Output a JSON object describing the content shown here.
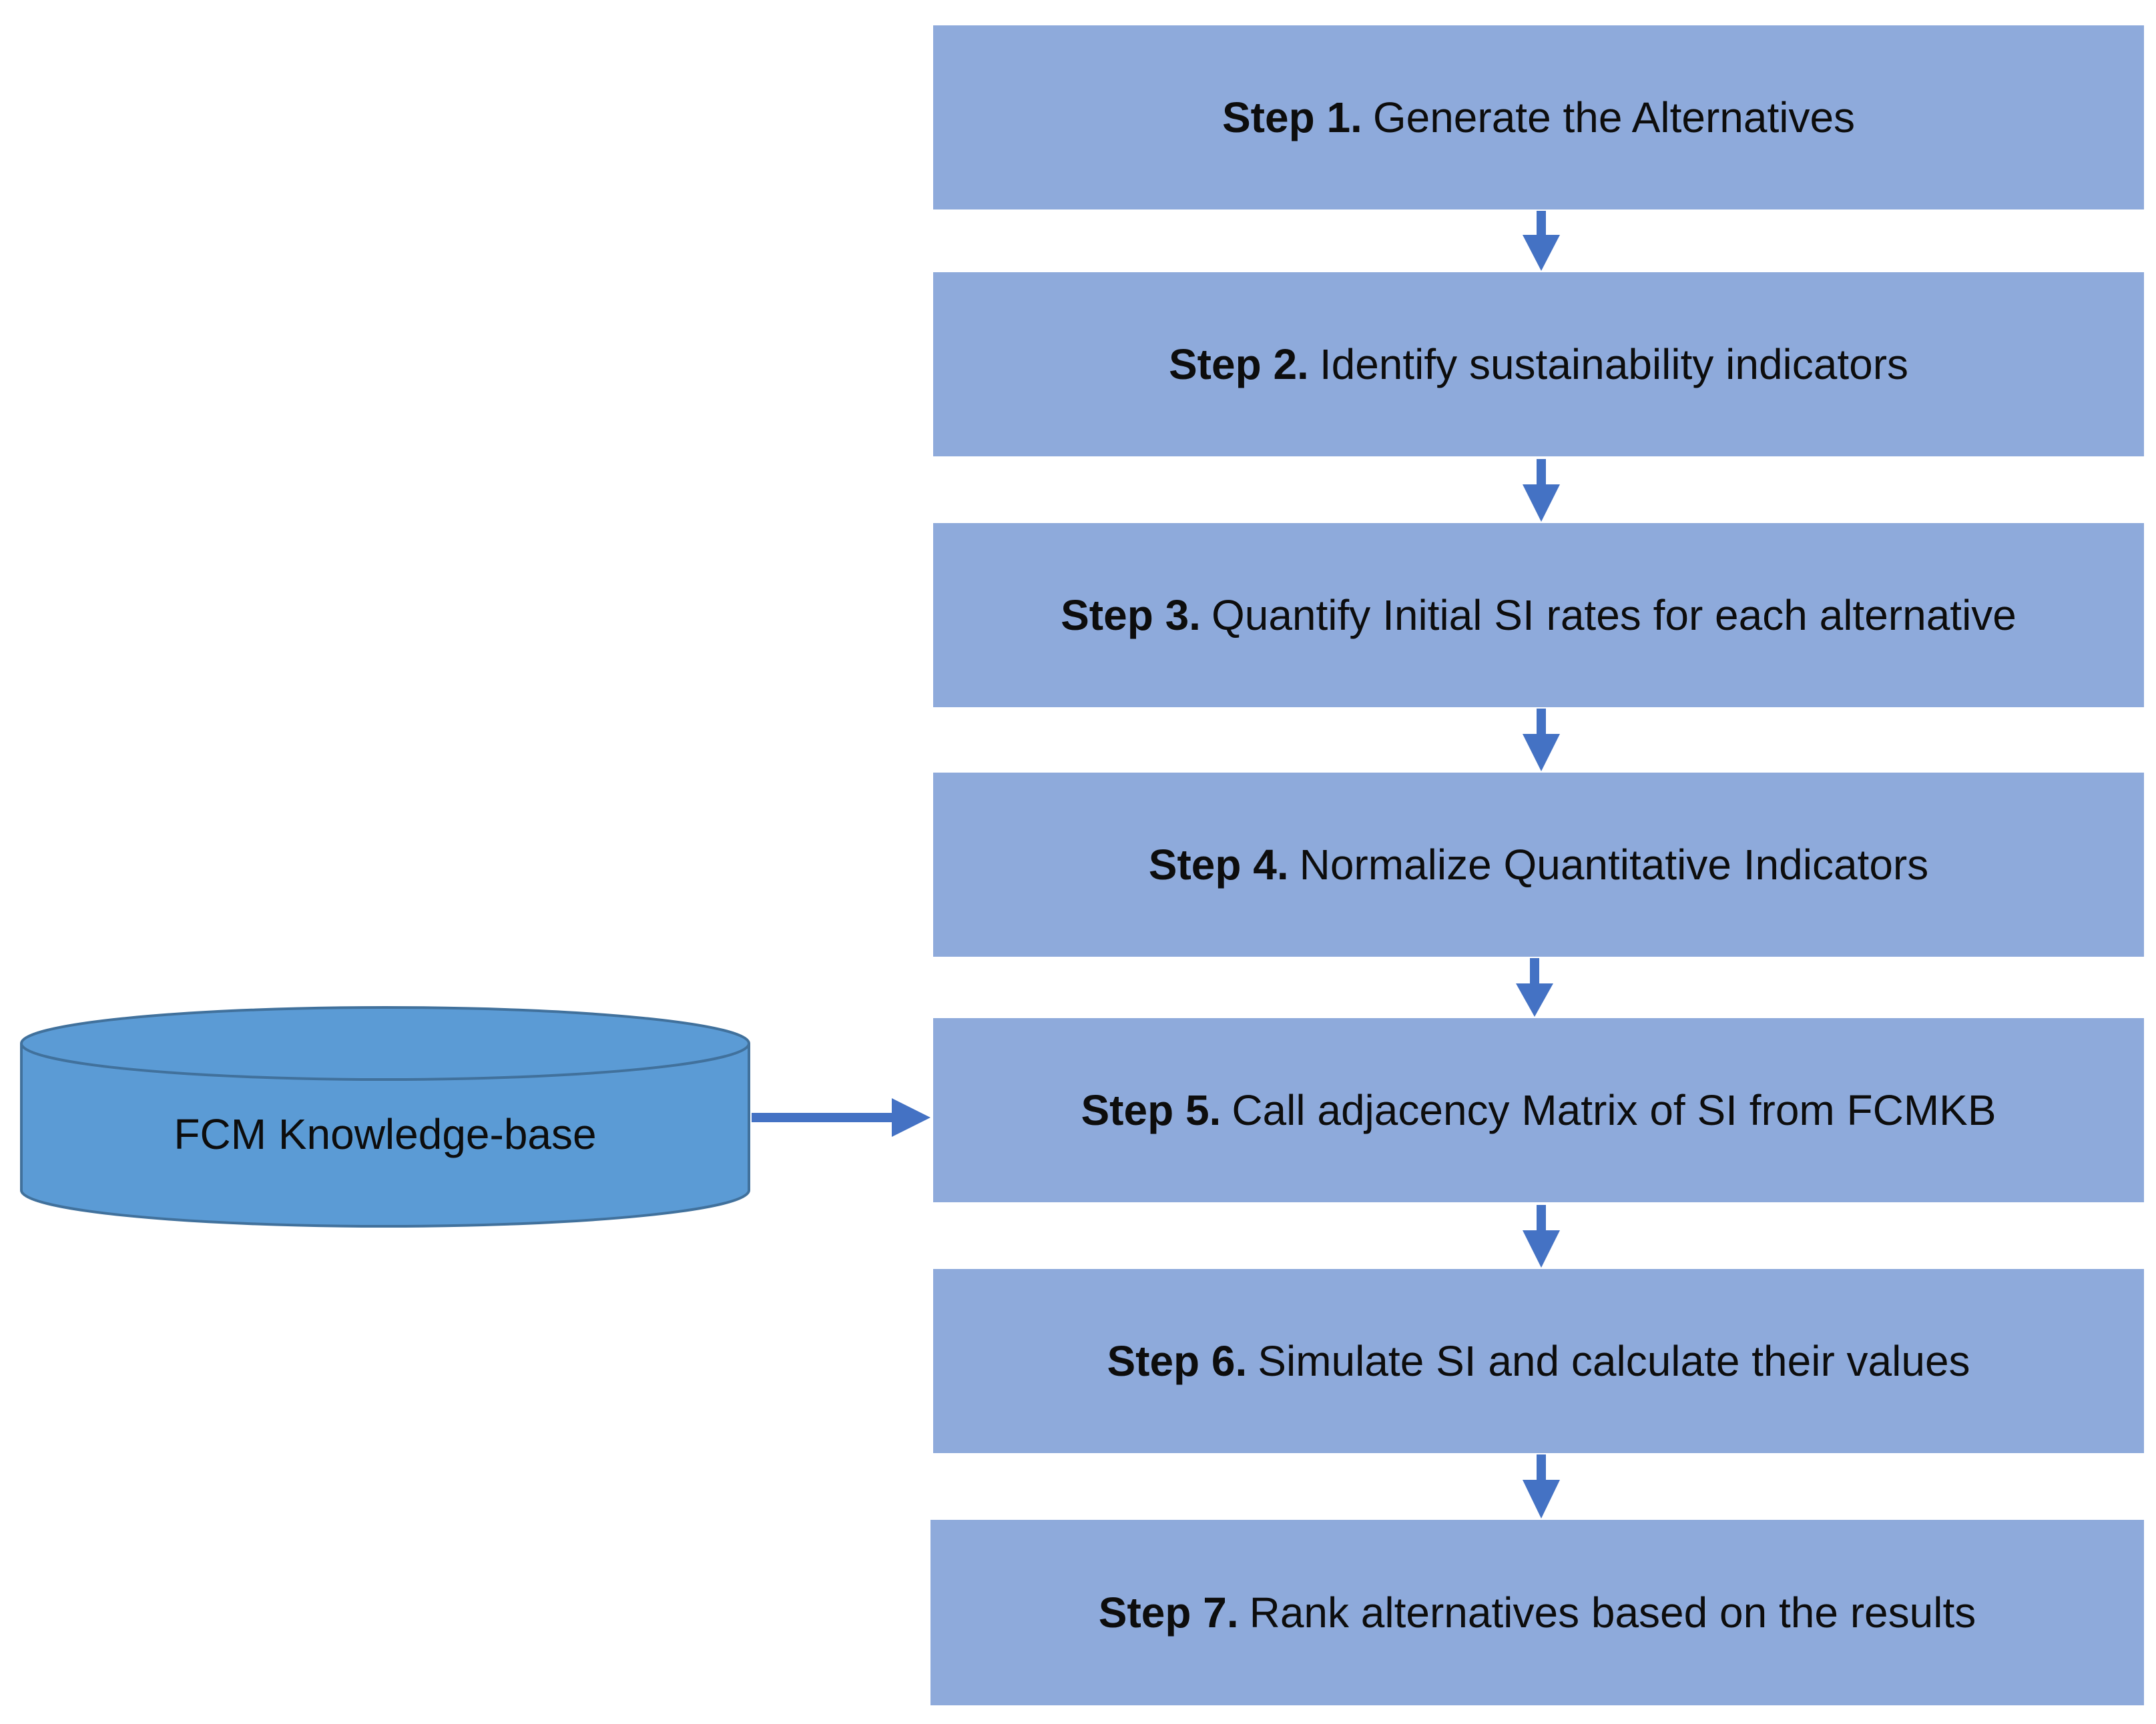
{
  "diagram": {
    "steps": [
      {
        "num": "Step 1.",
        "text": "Generate the Alternatives"
      },
      {
        "num": "Step 2.",
        "text": "Identify sustainability indicators"
      },
      {
        "num": "Step 3.",
        "text": "Quantify Initial SI rates for each alternative"
      },
      {
        "num": "Step 4.",
        "text": "Normalize Quantitative Indicators"
      },
      {
        "num": "Step 5.",
        "text": "Call adjacency Matrix of SI from FCMKB"
      },
      {
        "num": "Step 6.",
        "text": "Simulate SI and calculate their values"
      },
      {
        "num": "Step 7.",
        "text": "Rank alternatives based on the results"
      }
    ],
    "knowledge_base": {
      "label": "FCM Knowledge-base"
    },
    "colors": {
      "step_fill": "#8eaadb",
      "cylinder_fill": "#5b9bd5",
      "cylinder_stroke": "#41719c",
      "arrow": "#4472c4",
      "text": "#0d0d0d"
    }
  }
}
